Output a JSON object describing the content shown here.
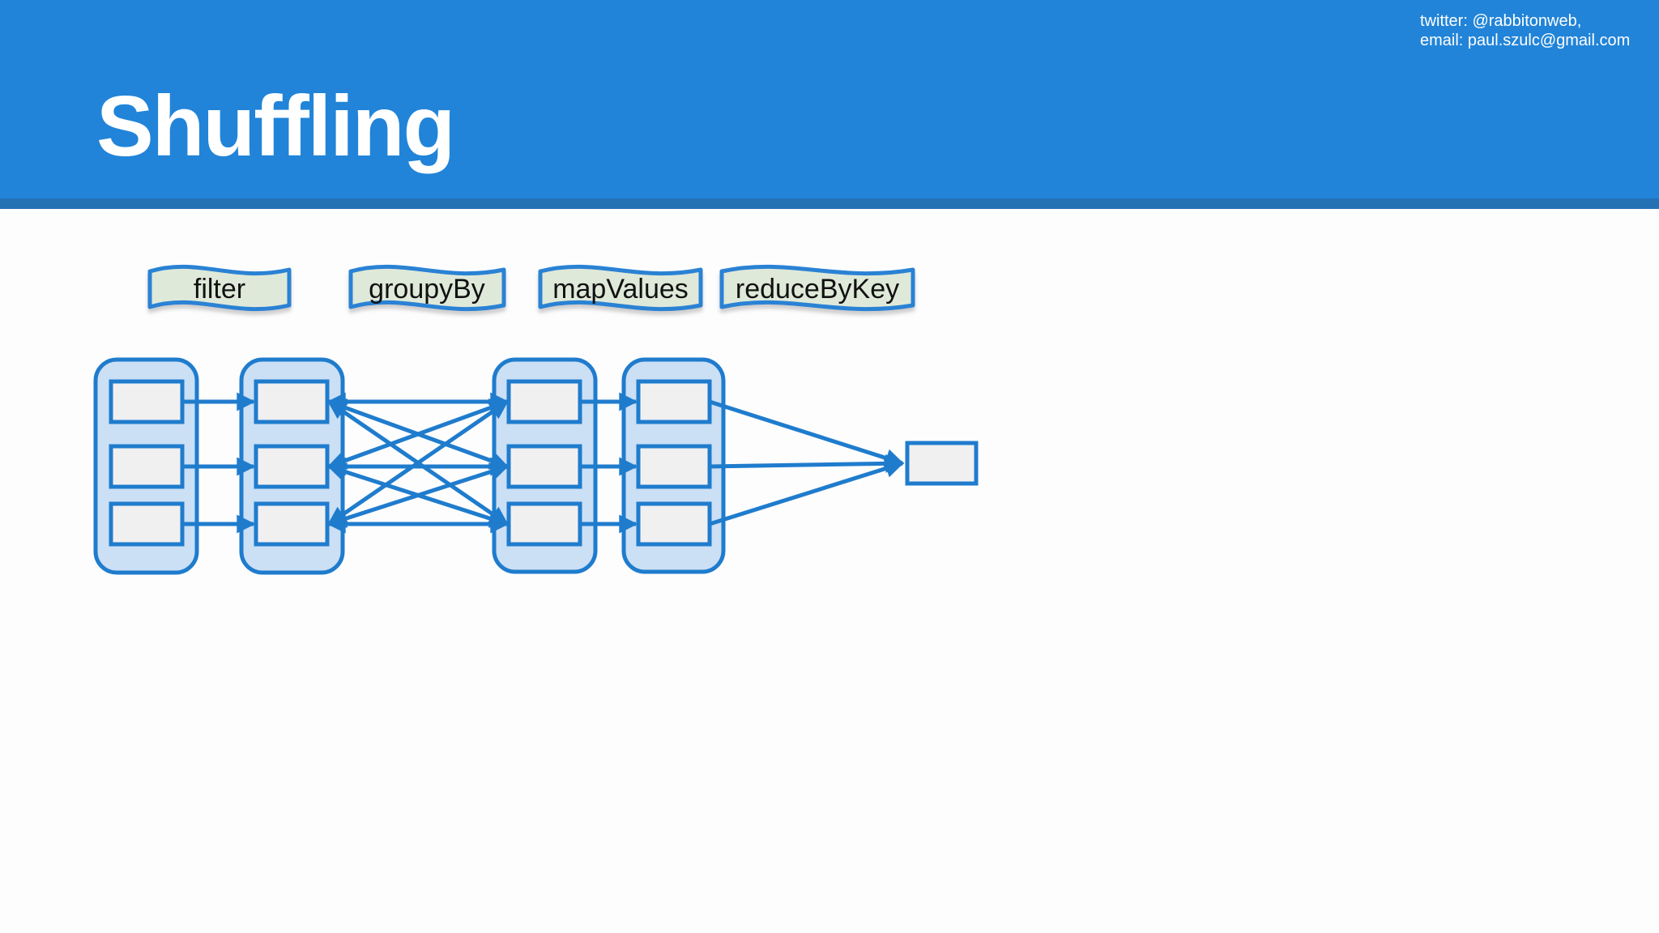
{
  "header": {
    "title": "Shuffling",
    "contact_line1": "twitter: @rabbitonweb,",
    "contact_line2": "email: paul.szulc@gmail.com"
  },
  "operations": [
    {
      "label": "filter"
    },
    {
      "label": "groupyBy"
    },
    {
      "label": "mapValues"
    },
    {
      "label": "reduceByKey"
    }
  ],
  "diagram": {
    "stages": [
      {
        "name": "stage-1",
        "partitions": 3
      },
      {
        "name": "stage-2",
        "partitions": 3
      },
      {
        "name": "stage-3",
        "partitions": 3
      },
      {
        "name": "stage-4",
        "partitions": 3
      }
    ],
    "result_partitions": 1,
    "connections": [
      {
        "from": "stage-1",
        "to": "stage-2",
        "type": "one-to-one"
      },
      {
        "from": "stage-2",
        "to": "stage-3",
        "type": "all-to-all-bidirectional"
      },
      {
        "from": "stage-3",
        "to": "stage-4",
        "type": "one-to-one"
      },
      {
        "from": "stage-4",
        "to": "result",
        "type": "fan-in"
      }
    ]
  },
  "colors": {
    "header_blue": "#2184d8",
    "header_strip_blue": "#2471b4",
    "diagram_line_blue": "#1f7ccd",
    "container_fill": "#cbdff5",
    "partition_box_fill": "#f1f0f1",
    "label_fill": "#dfe9d9",
    "label_border": "#2b82d4",
    "title_text": "#ffffff",
    "label_text": "#111111",
    "background": "#fdfdfe"
  }
}
